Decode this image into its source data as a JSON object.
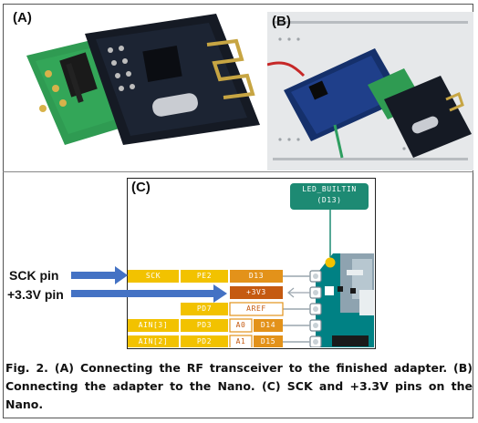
{
  "panels": {
    "a": {
      "label": "(A)"
    },
    "b": {
      "label": "(B)"
    },
    "c": {
      "label": "(C)"
    }
  },
  "pinout": {
    "led": {
      "line1": "LED_BUILTIN",
      "line2": "(D13)"
    },
    "rows": [
      {
        "ain": "",
        "cells": [
          "SCK",
          "PE2",
          "D13"
        ]
      },
      {
        "ain": "",
        "cells": [
          "+3V3"
        ]
      },
      {
        "ain": "",
        "cells": [
          "PD7",
          "AREF"
        ]
      },
      {
        "ain": "AIN[3]",
        "cells": [
          "PD3",
          "A0",
          "D14"
        ]
      },
      {
        "ain": "AIN[2]",
        "cells": [
          "PD2",
          "A1",
          "D15"
        ]
      }
    ]
  },
  "arrows": {
    "sck_label": "SCK pin",
    "v33_label": "+3.3V pin"
  },
  "caption": {
    "text": "Fig. 2. (A) Connecting the RF transceiver to the finished adapter. (B) Connecting the adapter to the Nano. (C) SCK and +3.3V pins on the Nano."
  },
  "colors": {
    "yellow": "#f2c200",
    "orange": "#e3921a",
    "dark_orange": "#c55a11",
    "red_pin": "#c0392b",
    "teal": "#1d8a73",
    "arrow_blue": "#4472c4"
  }
}
